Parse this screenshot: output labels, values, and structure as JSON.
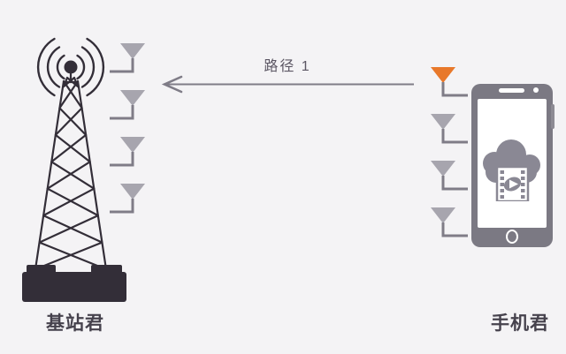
{
  "colors": {
    "bg": "#f4f3f5",
    "ink": "#332e38",
    "line": "#7f7c87",
    "antenna-fill": "#a7a5ae",
    "accent": "#e8782a",
    "phone-body": "#7b7983",
    "icon-gray": "#8a8894",
    "label": "#46424d",
    "path-label": "#5b5663"
  },
  "base_station": {
    "label": "基站君",
    "antennas": [
      {
        "state": "idle"
      },
      {
        "state": "idle"
      },
      {
        "state": "idle"
      },
      {
        "state": "idle"
      }
    ]
  },
  "phone": {
    "label": "手机君",
    "antennas": [
      {
        "state": "active"
      },
      {
        "state": "idle"
      },
      {
        "state": "idle"
      },
      {
        "state": "idle"
      }
    ],
    "screen_icon": "cloud-video-icon"
  },
  "path": {
    "label": "路径 1",
    "direction": "right-to-left"
  }
}
